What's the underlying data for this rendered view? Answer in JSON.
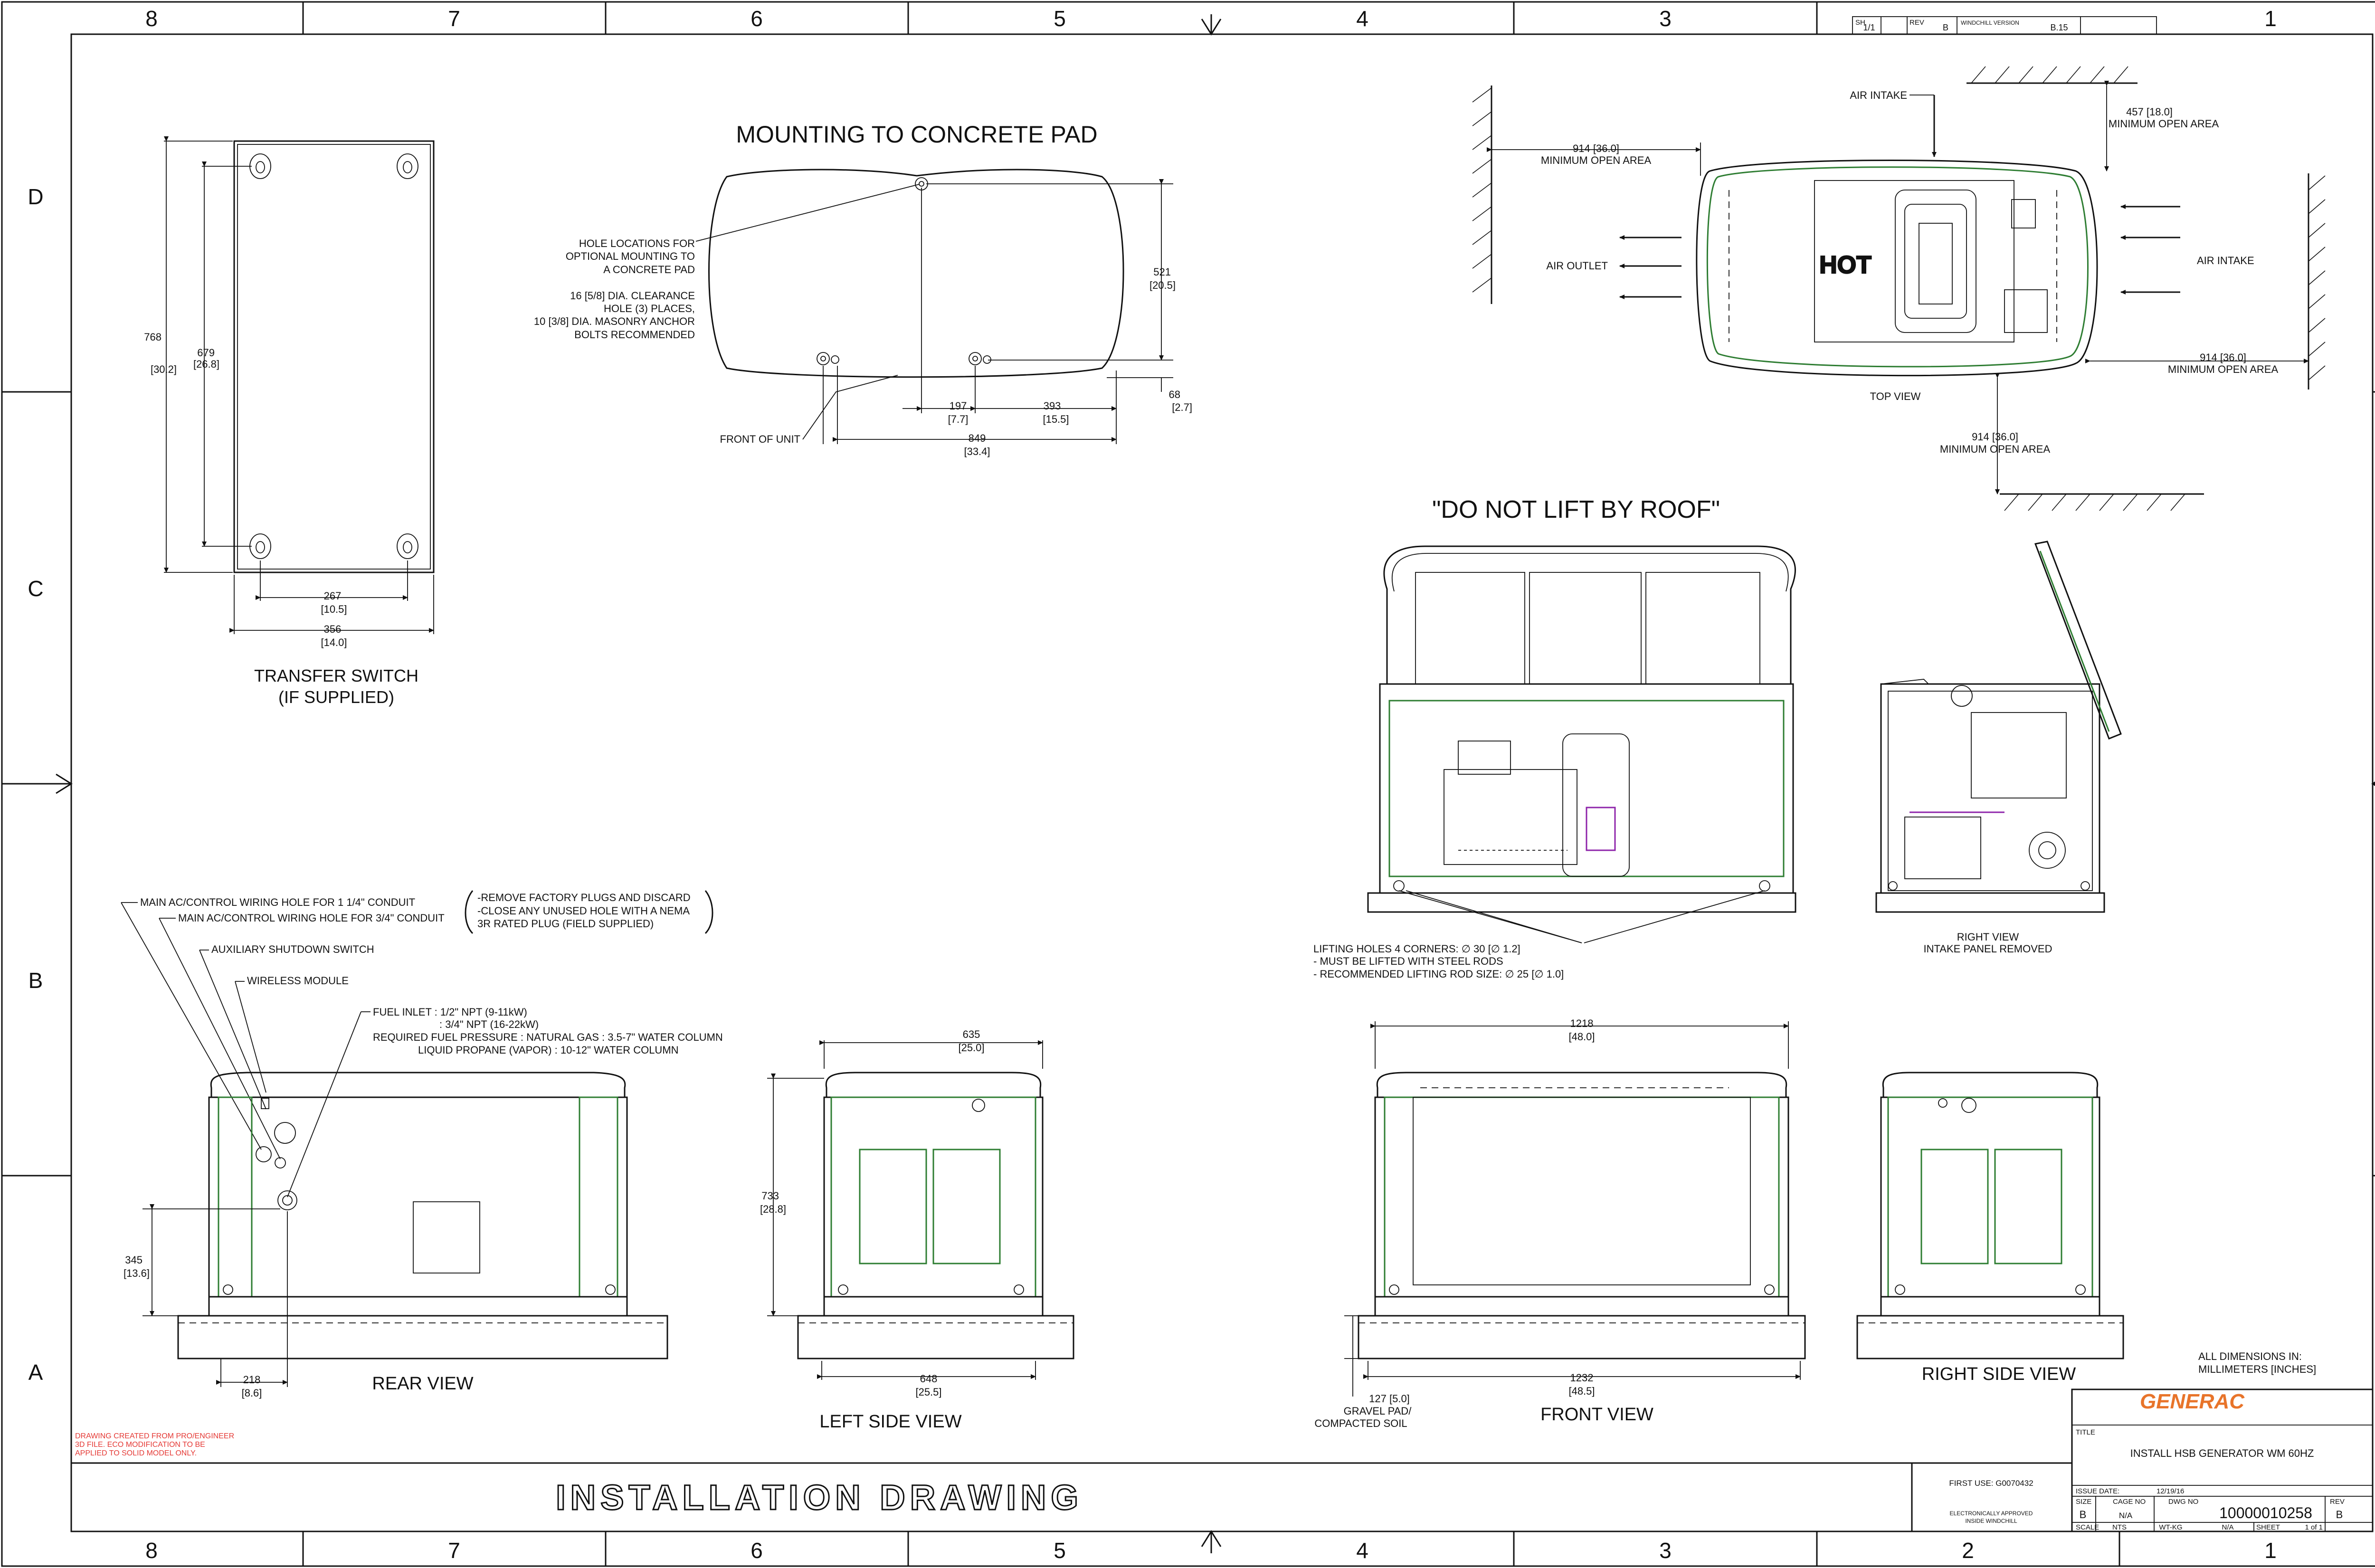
{
  "frame": {
    "zone_columns": [
      "8",
      "7",
      "6",
      "5",
      "4",
      "3",
      "2",
      "1"
    ],
    "zone_rows": [
      "D",
      "C",
      "B",
      "A"
    ]
  },
  "revision_block": {
    "sh_label": "SH",
    "sh_value": "1/1",
    "rev_label": "REV",
    "rev_value": "B",
    "windchill_label": "WINDCHILL VERSION",
    "windchill_value": "B.15"
  },
  "transfer_switch": {
    "title": "TRANSFER SWITCH",
    "subtitle": "(IF SUPPLIED)",
    "dims": {
      "h_outer": "768",
      "h_outer_in": "[30.2]",
      "h_inner": "679",
      "h_inner_in": "[26.8]",
      "w_inner": "267",
      "w_inner_in": "[10.5]",
      "w_outer": "356",
      "w_outer_in": "[14.0]"
    }
  },
  "mounting": {
    "title": "MOUNTING TO CONCRETE PAD",
    "note1": [
      "HOLE LOCATIONS FOR",
      "OPTIONAL MOUNTING TO",
      "A CONCRETE PAD"
    ],
    "note2": [
      "16 [5/8] DIA. CLEARANCE",
      "HOLE (3) PLACES,",
      "10 [3/8] DIA. MASONRY ANCHOR",
      "BOLTS RECOMMENDED"
    ],
    "front_label": "FRONT OF UNIT",
    "dims": {
      "d521": "521",
      "d521_in": "[20.5]",
      "d197": "197",
      "d197_in": "[7.7]",
      "d393": "393",
      "d393_in": "[15.5]",
      "d68": "68",
      "d68_in": "[2.7]",
      "d849": "849",
      "d849_in": "[33.4]"
    }
  },
  "top_view": {
    "title": "TOP VIEW",
    "air_intake_top": "AIR INTAKE",
    "air_intake_right": "AIR INTAKE",
    "air_outlet": "AIR OUTLET",
    "hot_label": "HOT",
    "left_clear": "914 [36.0]",
    "left_clear_label": "MINIMUM OPEN AREA",
    "top_clear": "457 [18.0]",
    "top_clear_label": "MINIMUM OPEN AREA",
    "right_clear": "914 [36.0]",
    "right_clear_label": "MINIMUM OPEN AREA",
    "bottom_clear": "914 [36.0]",
    "bottom_clear_label": "MINIMUM OPEN AREA"
  },
  "lift": {
    "title": "\"DO NOT LIFT BY ROOF\"",
    "notes": [
      "LIFTING HOLES 4 CORNERS: ∅ 30 [∅ 1.2]",
      "- MUST BE LIFTED WITH STEEL RODS",
      "- RECOMMENDED LIFTING ROD SIZE: ∅ 25 [∅ 1.0]"
    ]
  },
  "right_view_panel": {
    "title": "RIGHT VIEW",
    "subtitle": "INTAKE PANEL REMOVED"
  },
  "rear_view": {
    "title": "REAR VIEW",
    "callouts": [
      "MAIN AC/CONTROL WIRING HOLE FOR 1 1/4\" CONDUIT",
      "MAIN AC/CONTROL WIRING HOLE FOR 3/4\" CONDUIT",
      "AUXILIARY SHUTDOWN SWITCH",
      "WIRELESS MODULE"
    ],
    "bracket_notes": [
      "-REMOVE FACTORY PLUGS AND DISCARD",
      "-CLOSE ANY UNUSED HOLE WITH A NEMA",
      "3R RATED PLUG (FIELD SUPPLIED)"
    ],
    "fuel_notes": [
      "FUEL INLET : 1/2\" NPT (9-11kW)",
      ": 3/4\" NPT (16-22kW)",
      "REQUIRED FUEL PRESSURE : NATURAL GAS : 3.5-7\" WATER COLUMN",
      "LIQUID PROPANE (VAPOR) : 10-12\" WATER COLUMN"
    ],
    "dims": {
      "d345": "345",
      "d345_in": "[13.6]",
      "d218": "218",
      "d218_in": "[8.6]"
    }
  },
  "left_side_view": {
    "title": "LEFT SIDE VIEW",
    "dims": {
      "d635": "635",
      "d635_in": "[25.0]",
      "d733": "733",
      "d733_in": "[28.8]",
      "d648": "648",
      "d648_in": "[25.5]"
    }
  },
  "front_view": {
    "title": "FRONT VIEW",
    "pad_label": [
      "127 [5.0]",
      "GRAVEL PAD/",
      "COMPACTED SOIL"
    ],
    "dims": {
      "d1218": "1218",
      "d1218_in": "[48.0]",
      "d1232": "1232",
      "d1232_in": "[48.5]"
    }
  },
  "right_side_view": {
    "title": "RIGHT SIDE VIEW"
  },
  "units_note": [
    "ALL DIMENSIONS IN:",
    "MILLIMETERS [INCHES]"
  ],
  "cad_note": [
    "DRAWING CREATED FROM PRO/ENGINEER",
    "3D FILE. ECO MODIFICATION TO BE",
    "APPLIED TO SOLID MODEL ONLY."
  ],
  "banner": "INSTALLATION DRAWING",
  "title_block": {
    "brand": "GENERAC",
    "title_label": "TITLE",
    "title": "INSTALL HSB GENERATOR WM 60HZ",
    "first_use": "FIRST USE: G0070432",
    "approved": [
      "ELECTRONICALLY APPROVED",
      "INSIDE WINDCHILL"
    ],
    "issue_date_label": "ISSUE DATE:",
    "issue_date": "12/19/16",
    "size_label": "SIZE",
    "size": "B",
    "cage_label": "CAGE NO",
    "cage": "N/A",
    "dwg_label": "DWG NO",
    "dwg": "10000010258",
    "rev_label": "REV",
    "rev": "B",
    "scale_label": "SCALE",
    "scale": "NTS",
    "drawn": "WT-KG",
    "weight": "N/A",
    "sheet_label": "SHEET",
    "sheet": "1 of 1"
  }
}
